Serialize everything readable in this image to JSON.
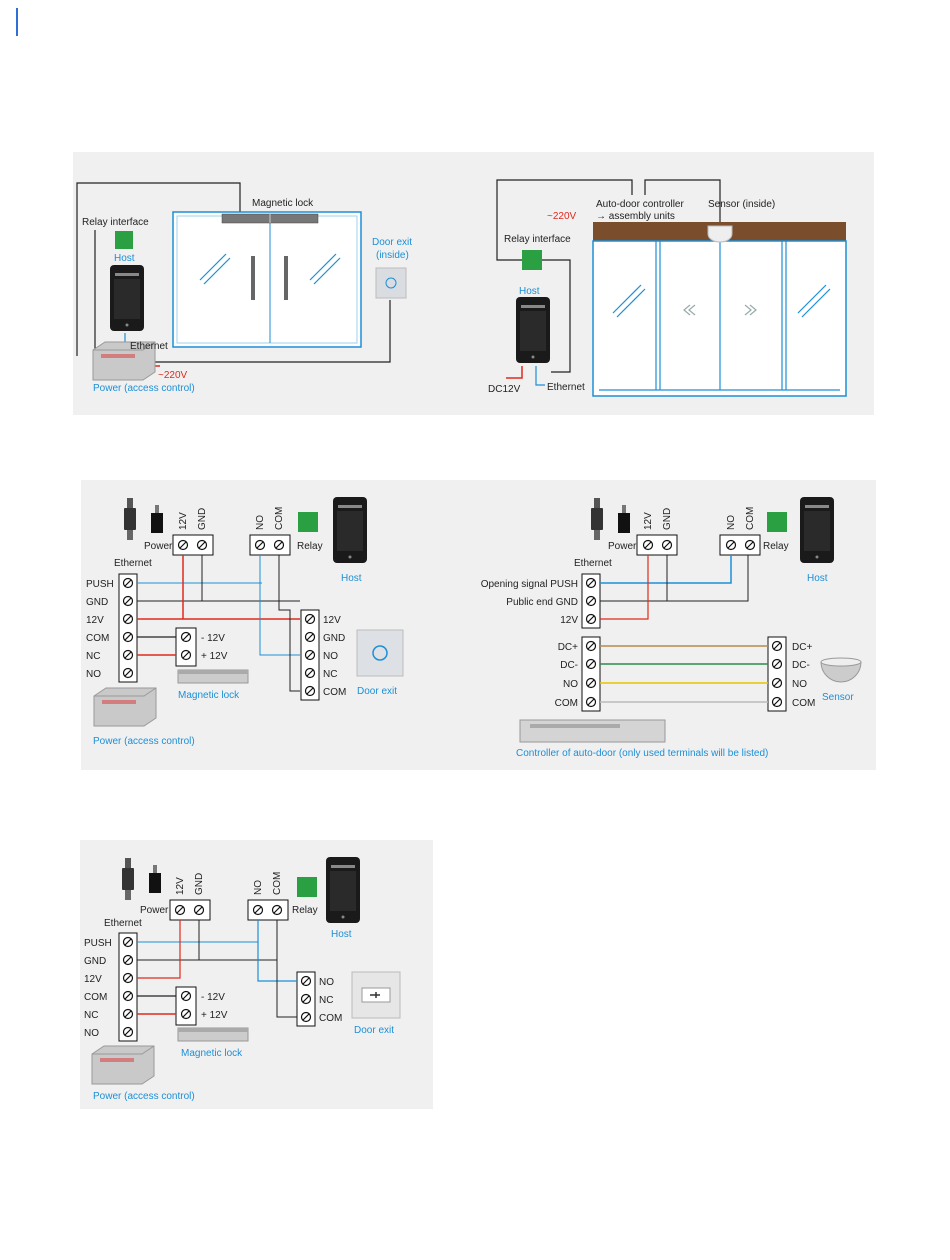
{
  "colors": {
    "accent": "#2f6fd6",
    "blue": "#1c8fd6",
    "red": "#e02a1c",
    "green": "#2aa043",
    "panel": "#f0f0f0",
    "brown": "#7a4e2d"
  },
  "diagram1": {
    "relay_interface": "Relay interface",
    "magnetic_lock": "Magnetic lock",
    "host": "Host",
    "door_exit_line1": "Door exit",
    "door_exit_line2": "(inside)",
    "ethernet": "Ethernet",
    "voltage": "~220V",
    "power": "Power (access control)"
  },
  "diagram2": {
    "auto_door_line1": "Auto-door controller",
    "auto_door_line2": "→ assembly units",
    "sensor_inside": "Sensor (inside)",
    "voltage": "~220V",
    "relay_interface": "Relay interface",
    "host": "Host",
    "dc12v": "DC12V",
    "ethernet": "Ethernet"
  },
  "diagram3": {
    "ethernet": "Ethernet",
    "power": "Power",
    "t12v": "12V",
    "gnd": "GND",
    "no": "NO",
    "com": "COM",
    "relay": "Relay",
    "host": "Host",
    "left_terms": [
      "PUSH",
      "GND",
      "12V",
      "COM",
      "NC",
      "NO"
    ],
    "lock_minus": "- 12V",
    "lock_plus": "+ 12V",
    "magnetic_lock": "Magnetic lock",
    "exit_terms": [
      "12V",
      "GND",
      "NO",
      "NC",
      "COM"
    ],
    "door_exit": "Door exit",
    "power_label": "Power (access control)"
  },
  "diagram4": {
    "ethernet": "Ethernet",
    "power": "Power",
    "t12v": "12V",
    "gnd": "GND",
    "no": "NO",
    "com": "COM",
    "relay": "Relay",
    "host": "Host",
    "left_terms": [
      "Opening signal PUSH",
      "Public end GND",
      "12V"
    ],
    "ctrl_terms": [
      "DC+",
      "DC-",
      "NO",
      "COM"
    ],
    "sensor_terms": [
      "DC+",
      "DC-",
      "NO",
      "COM"
    ],
    "sensor": "Sensor",
    "controller": "Controller of auto-door (only used terminals will be listed)"
  },
  "diagram5": {
    "ethernet": "Ethernet",
    "power": "Power",
    "t12v": "12V",
    "gnd": "GND",
    "no": "NO",
    "com": "COM",
    "relay": "Relay",
    "host": "Host",
    "left_terms": [
      "PUSH",
      "GND",
      "12V",
      "COM",
      "NC",
      "NO"
    ],
    "lock_minus": "- 12V",
    "lock_plus": "+ 12V",
    "magnetic_lock": "Magnetic lock",
    "exit_terms": [
      "NO",
      "NC",
      "COM"
    ],
    "door_exit": "Door exit",
    "power_label": "Power (access control)"
  }
}
